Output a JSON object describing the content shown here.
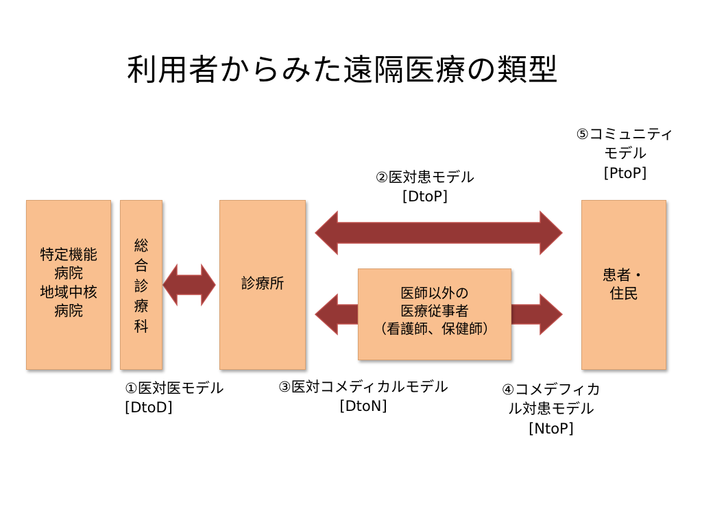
{
  "title": "利用者からみた遠隔医療の類型",
  "boxes": {
    "specialized_hospital": [
      "特定機能",
      "病院",
      "地域中核",
      "病院"
    ],
    "general_clinic": [
      "総",
      "合",
      "診",
      "療",
      "科"
    ],
    "clinic": "診療所",
    "non_physician": [
      "医師以外の",
      "医療従事者",
      "（看護師、保健師）"
    ],
    "patient": [
      "患者・",
      "住民"
    ]
  },
  "models": {
    "dtod": {
      "name": "①医対医モデル",
      "code": "[DtoD]"
    },
    "dtop": {
      "name": "②医対患モデル",
      "code": "[DtoP]"
    },
    "dton": {
      "name": "③医対コメディカルモデル",
      "code": "[DtoN]"
    },
    "ntop": {
      "name": [
        "④コメデフィカ",
        "ル対患モデル"
      ],
      "code": "[NtoP]"
    },
    "ptop": {
      "name": [
        "⑤コミュニティ",
        "モデル"
      ],
      "code": "[PtoP]"
    }
  },
  "colors": {
    "box_fill": "#f9bf8f",
    "arrow_fill": "#953735",
    "arrow_stroke": "#c0504d"
  }
}
